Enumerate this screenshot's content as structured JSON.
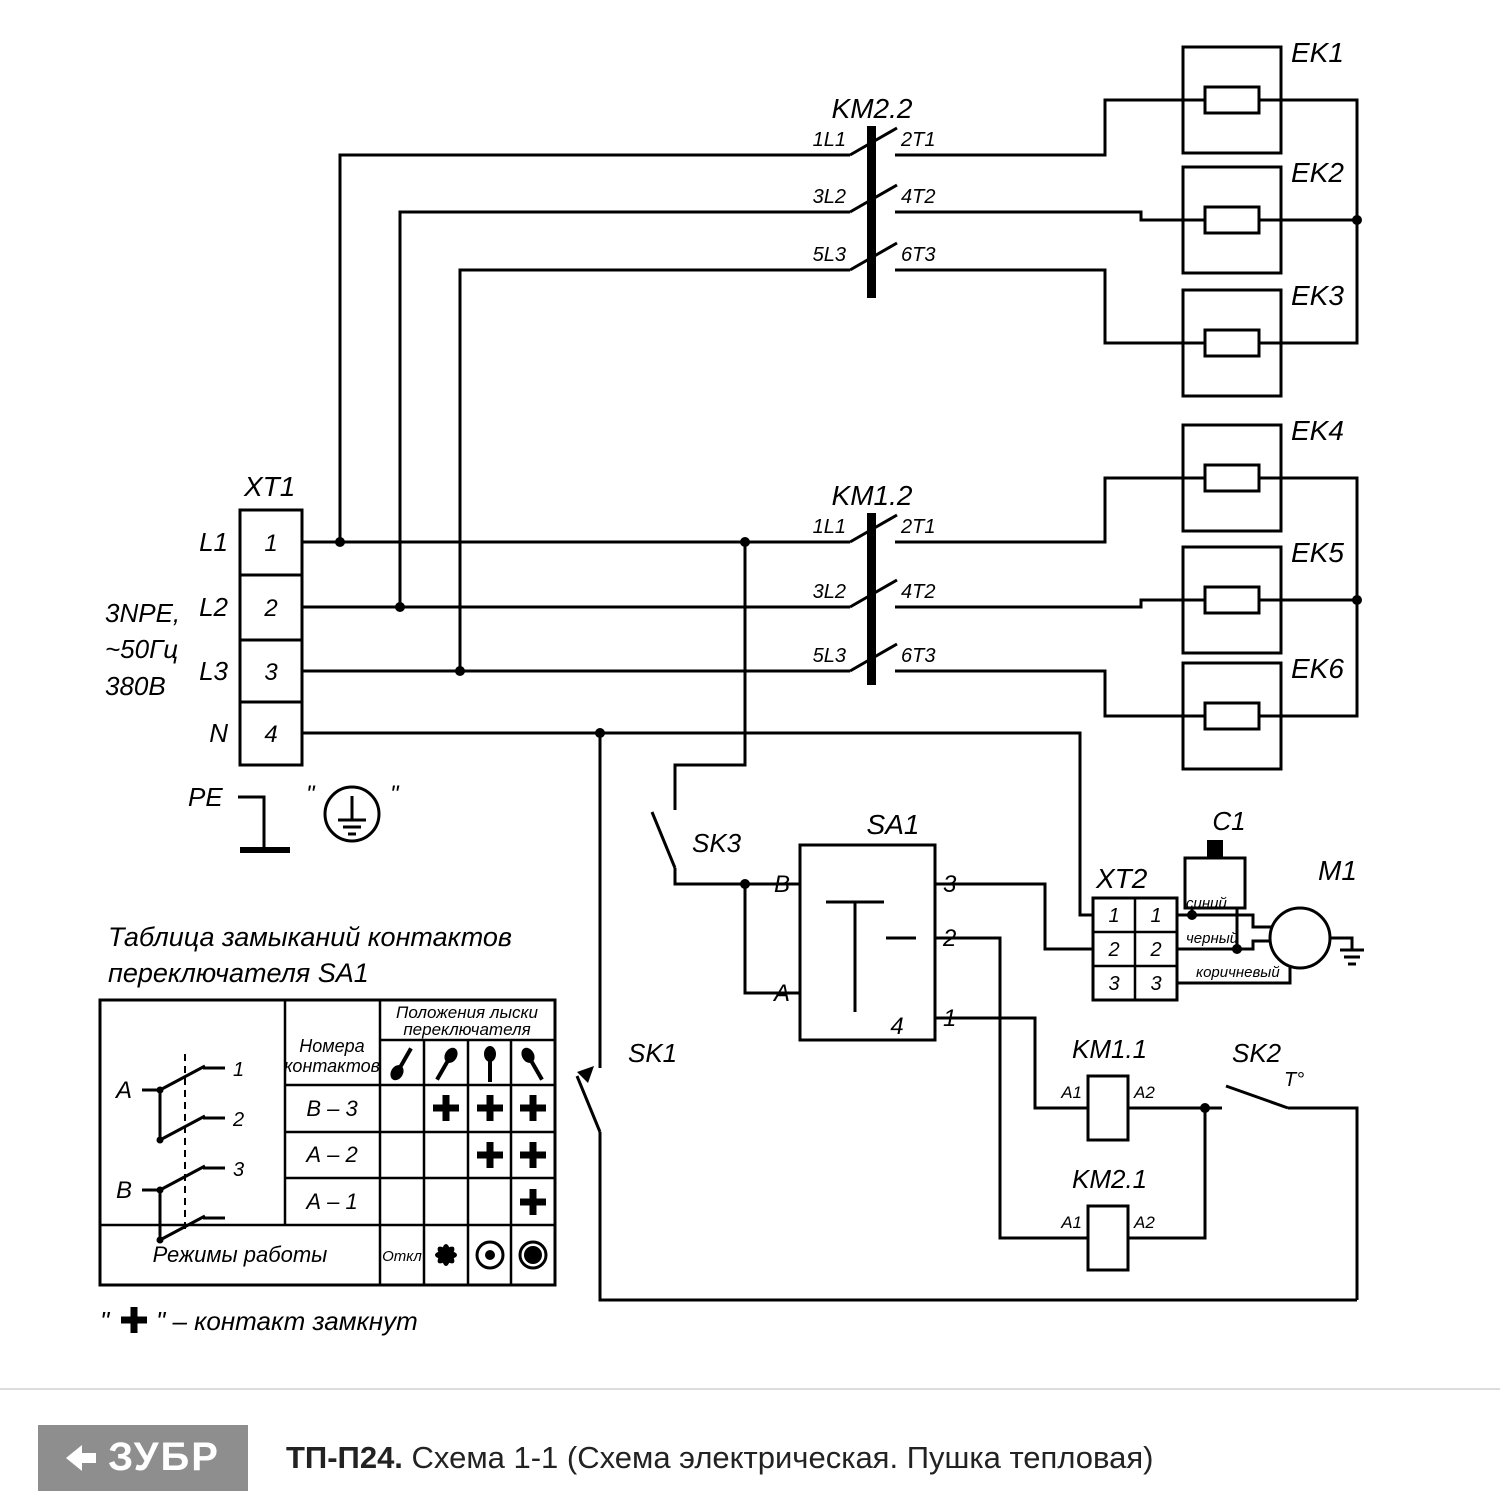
{
  "supply": {
    "label1": "3NPE,",
    "label2": "~50Гц",
    "label3": "380В",
    "pe": "PE",
    "quote": "\""
  },
  "xt1": {
    "label": "XT1",
    "cells": [
      "1",
      "2",
      "3",
      "4"
    ],
    "rows": [
      "L1",
      "L2",
      "L3",
      "N"
    ]
  },
  "contacts": {
    "in1": "1L1",
    "out1": "2T1",
    "in2": "3L2",
    "out2": "4T2",
    "in3": "5L3",
    "out3": "6T3"
  },
  "km22": {
    "label": "KM2.2"
  },
  "km12": {
    "label": "KM1.2"
  },
  "ek": [
    "EK1",
    "EK2",
    "EK3",
    "EK4",
    "EK5",
    "EK6"
  ],
  "sk3": "SK3",
  "sk1": "SK1",
  "sk2": "SK2",
  "sk2_t": "T°",
  "sa1": {
    "label": "SA1",
    "a": "A",
    "b": "B",
    "t1": "1",
    "t2": "2",
    "t3": "3",
    "t4": "4"
  },
  "xt2": {
    "label": "XT2",
    "cells": [
      "1",
      "2",
      "3"
    ]
  },
  "c1": "C1",
  "m1": "M1",
  "coil": {
    "a1": "A1",
    "a2": "A2"
  },
  "km11": {
    "label": "KM1.1"
  },
  "km21": {
    "label": "KM2.1"
  },
  "wires": {
    "blue": "синий",
    "black": "черный",
    "brown": "коричневый"
  },
  "table": {
    "title1": "Таблица замыканий контактов",
    "title2": "переключателя SA1",
    "num1": "Номера",
    "num2": "контактов",
    "pos1": "Положения лыски",
    "pos2": "переключателя",
    "rows": [
      "В – 3",
      "А – 2",
      "А – 1"
    ],
    "a": "А",
    "b": "В",
    "n1": "1",
    "n2": "2",
    "n3": "3",
    "modes": "Режимы работы",
    "off": "Откл",
    "closed_marks": [
      [
        0,
        1,
        1,
        1
      ],
      [
        0,
        0,
        1,
        1
      ],
      [
        0,
        0,
        0,
        1
      ]
    ]
  },
  "legend": {
    "q1": "\"",
    "rest": "\" – контакт замкнут"
  },
  "footer": {
    "brand": "ЗУБР",
    "model": "ТП-П24.",
    "title": "Схема 1-1 (Схема электрическая. Пушка тепловая)"
  }
}
